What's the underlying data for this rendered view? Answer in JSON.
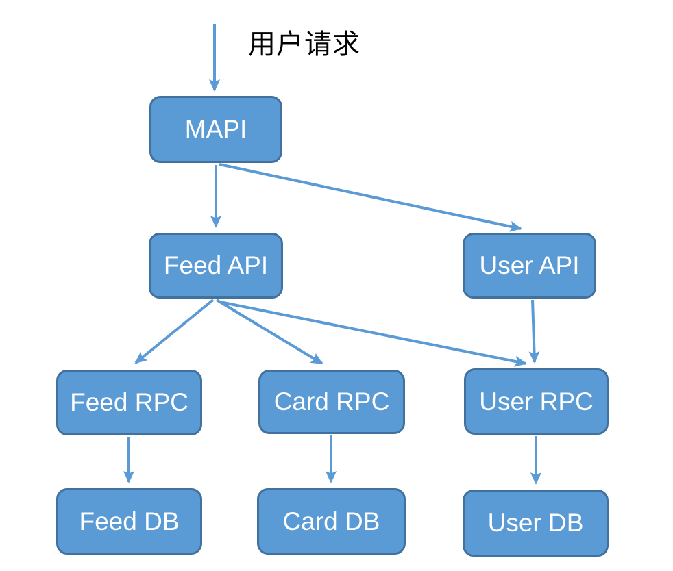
{
  "diagram": {
    "user_request_label": "用户请求",
    "nodes": {
      "mapi": {
        "label": "MAPI"
      },
      "feed_api": {
        "label": "Feed API"
      },
      "user_api": {
        "label": "User API"
      },
      "feed_rpc": {
        "label": "Feed RPC"
      },
      "card_rpc": {
        "label": "Card RPC"
      },
      "user_rpc": {
        "label": "User RPC"
      },
      "feed_db": {
        "label": "Feed DB"
      },
      "card_db": {
        "label": "Card DB"
      },
      "user_db": {
        "label": "User DB"
      }
    },
    "edges": [
      {
        "from": "用户请求",
        "to": "MAPI"
      },
      {
        "from": "MAPI",
        "to": "Feed API"
      },
      {
        "from": "MAPI",
        "to": "User API"
      },
      {
        "from": "Feed API",
        "to": "Feed RPC"
      },
      {
        "from": "Feed API",
        "to": "Card RPC"
      },
      {
        "from": "Feed API",
        "to": "User RPC"
      },
      {
        "from": "User API",
        "to": "User RPC"
      },
      {
        "from": "Feed RPC",
        "to": "Feed DB"
      },
      {
        "from": "Card RPC",
        "to": "Card DB"
      },
      {
        "from": "User RPC",
        "to": "User DB"
      }
    ],
    "colors": {
      "node_fill": "#5B9BD5",
      "node_border": "#41719C",
      "node_text": "#FFFFFF",
      "arrow": "#5B9BD5",
      "label_text": "#000000",
      "background": "#FFFFFF"
    }
  }
}
